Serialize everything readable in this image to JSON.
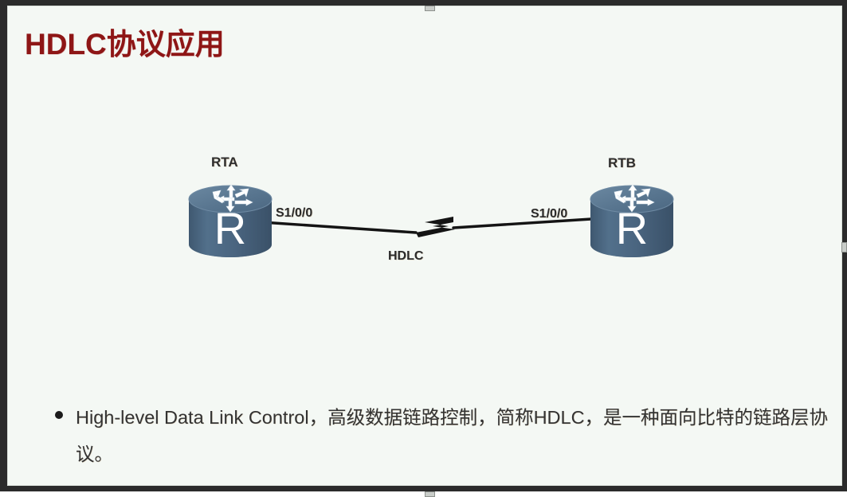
{
  "slide": {
    "title": "HDLC协议应用",
    "title_color": "#8e1616",
    "background_color": "#f4f8f4",
    "border_color": "#2b2b2b"
  },
  "diagram": {
    "router_color": "#4a6580",
    "router_top_color": "#5d7a93",
    "link_color": "#141414",
    "nodes": [
      {
        "id": "rta",
        "label": "RTA",
        "glyph": "R",
        "interface": "S1/0/0"
      },
      {
        "id": "rtb",
        "label": "RTB",
        "glyph": "R",
        "interface": "S1/0/0"
      }
    ],
    "link": {
      "label": "HDLC",
      "symbol": "serial-lightning"
    }
  },
  "body": {
    "bullets": [
      "High-level Data Link Control，高级数据链路控制，简称HDLC，是一种面向比特的链路层协议。"
    ]
  }
}
